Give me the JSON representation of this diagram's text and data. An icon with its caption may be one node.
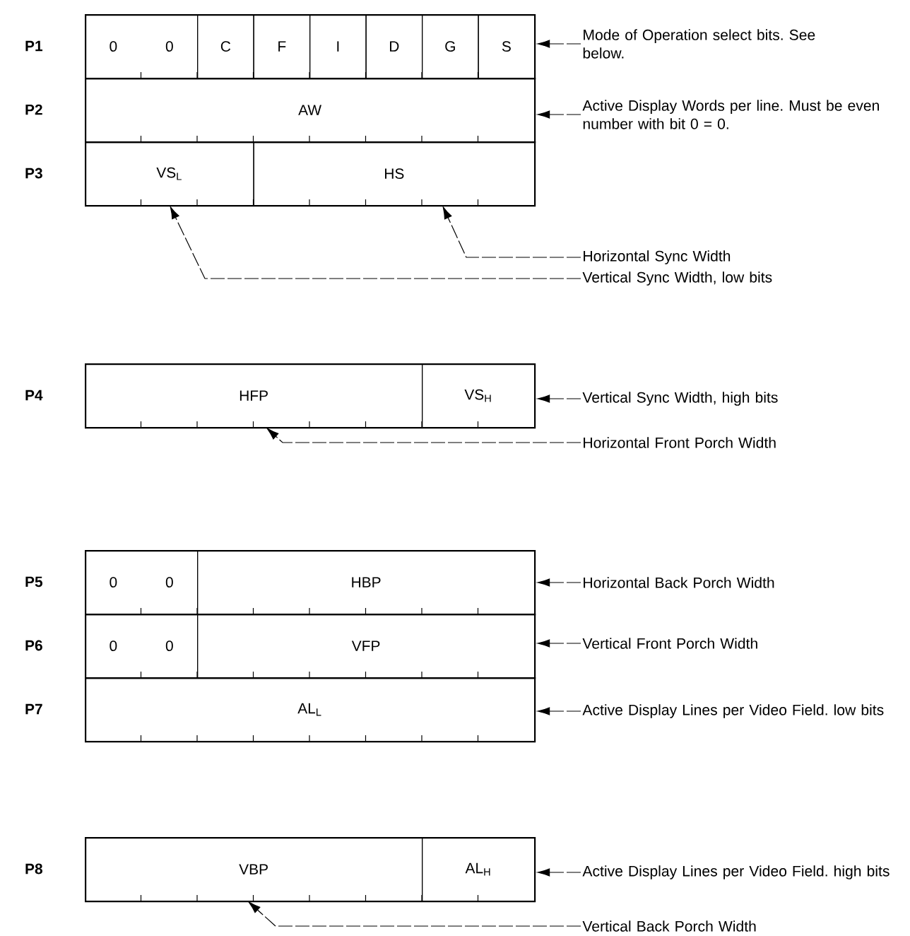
{
  "diagram": {
    "nodes": [
      {
        "text": [],
        "shape": "box",
        "beside": [
          "P1"
        ]
      },
      {
        "text": [
          "0",
          "0"
        ],
        "in": 0
      },
      {
        "text": [
          "C"
        ],
        "in": 0
      },
      {
        "text": [
          "F"
        ],
        "in": 0
      },
      {
        "text": [
          "I"
        ],
        "in": 0
      },
      {
        "text": [
          "D"
        ],
        "in": 0
      },
      {
        "text": [
          "G"
        ],
        "in": 0
      },
      {
        "text": [
          "S"
        ],
        "in": 0
      },
      {
        "text": [],
        "shape": "box",
        "beside": [
          "P2"
        ]
      },
      {
        "text": [
          "AW"
        ],
        "in": 8
      },
      {
        "text": [],
        "shape": "box",
        "beside": [
          "P3"
        ]
      },
      {
        "text": [
          "VS$_{L}$"
        ],
        "in": 10
      },
      {
        "text": [
          "HS"
        ],
        "in": 10
      },
      {
        "text": [],
        "shape": "box",
        "beside": [
          "P4"
        ]
      },
      {
        "text": [
          "HFP"
        ],
        "in": 13
      },
      {
        "text": [
          "VS$_{H}$"
        ],
        "in": 13
      },
      {
        "text": [],
        "shape": "box",
        "beside": [
          "P5"
        ]
      },
      {
        "text": [
          "0",
          "0"
        ],
        "in": 16
      },
      {
        "text": [
          "HBP"
        ],
        "in": 16
      },
      {
        "text": [],
        "shape": "box",
        "beside": [
          "P6"
        ]
      },
      {
        "text": [
          "0",
          "0"
        ],
        "in": 19
      },
      {
        "text": [
          "VFP"
        ],
        "in": 19
      },
      {
        "text": [],
        "shape": "box",
        "beside": [
          "P7"
        ]
      },
      {
        "text": [
          "AL$_{L}$"
        ],
        "in": 22
      },
      {
        "text": [],
        "shape": "box",
        "beside": [
          "P8"
        ]
      },
      {
        "text": [
          "VBP"
        ],
        "in": 24
      },
      {
        "text": [
          "AL$_{H}$"
        ],
        "in": 24
      },
      {
        "text": [
          "Mode of Operation select bits. See below."
        ]
      },
      {
        "text": [
          "Active Display Words per line. Must be even number with bit 0 = 0."
        ]
      },
      {
        "text": [
          "Horizontal Sync Width"
        ]
      },
      {
        "text": [
          "Vertical Sync Width, low bits"
        ]
      },
      {
        "text": [
          "Vertical Sync Width, high bits"
        ]
      },
      {
        "text": [
          "Horizontal Front Porch Width"
        ]
      },
      {
        "text": [
          "Horizontal Back Porch Width"
        ]
      },
      {
        "text": [
          "Vertical Front Porch Width"
        ]
      },
      {
        "text": [
          "Active Display Lines per Video Field. low bits"
        ]
      },
      {
        "text": [
          "Active Display Lines per Video Field. high bits"
        ]
      },
      {
        "text": [
          "Vertical Back Porch Width"
        ]
      }
    ],
    "edges": [
      {
        "from": 27,
        "to": 0,
        "arrow": "to"
      },
      {
        "from": 28,
        "to": 8,
        "arrow": "to"
      },
      {
        "from": 29,
        "to": 12,
        "arrow": "to"
      },
      {
        "from": 30,
        "to": 11,
        "arrow": "to"
      },
      {
        "from": 31,
        "to": 13,
        "arrow": "to"
      },
      {
        "from": 32,
        "to": 14,
        "arrow": "to"
      },
      {
        "from": 33,
        "to": 16,
        "arrow": "to"
      },
      {
        "from": 34,
        "to": 19,
        "arrow": "to"
      },
      {
        "from": 35,
        "to": 22,
        "arrow": "to"
      },
      {
        "from": 36,
        "to": 24,
        "arrow": "to"
      },
      {
        "from": 37,
        "to": 25,
        "arrow": "to"
      }
    ]
  }
}
